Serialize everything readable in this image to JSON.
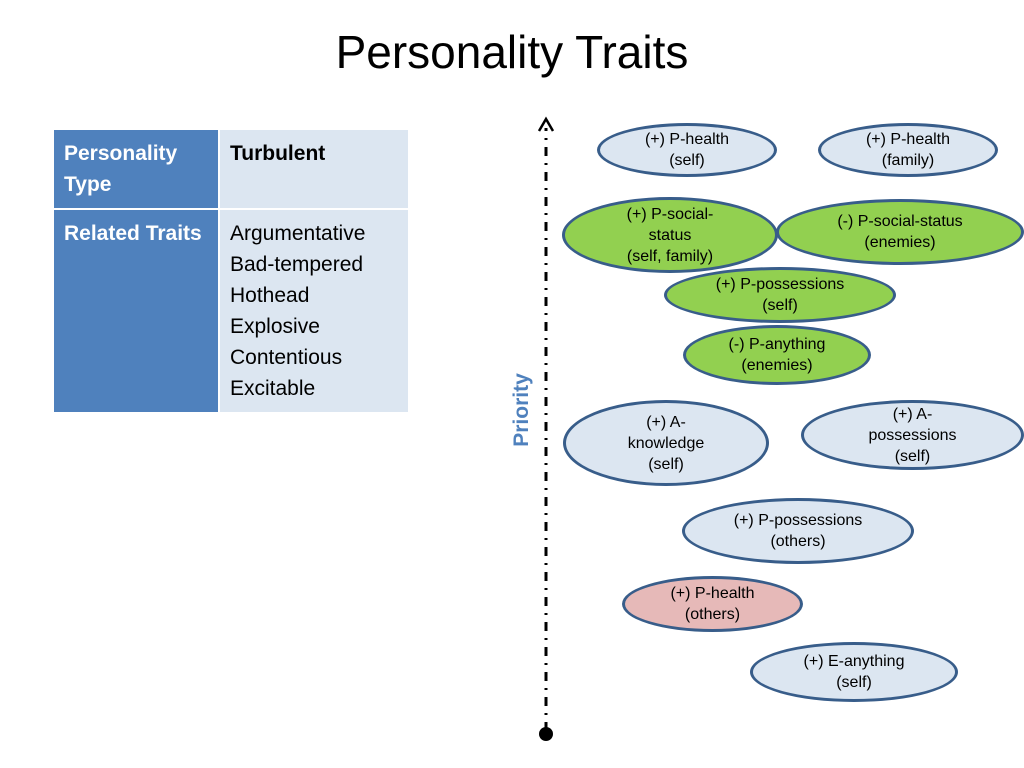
{
  "title": "Personality Traits",
  "table": {
    "type_label": "Personality Type",
    "type_value": "Turbulent",
    "traits_label": "Related Traits",
    "traits": [
      "Argumentative",
      "Bad-tempered",
      "Hothead",
      "Explosive",
      "Contentious",
      "Excitable"
    ]
  },
  "axis": {
    "label": "Priority"
  },
  "colors": {
    "header_blue": "#4f81bd",
    "cell_light_blue": "#dce6f1",
    "node_light_blue": "#dce6f1",
    "node_green": "#92d050",
    "node_pink": "#e6b9b8",
    "node_border": "#385d8a"
  },
  "nodes": [
    {
      "id": "p-health-self",
      "text": [
        "(+) P-health",
        "(self)"
      ],
      "color": "#dce6f1"
    },
    {
      "id": "p-health-family",
      "text": [
        "(+) P-health",
        "(family)"
      ],
      "color": "#dce6f1"
    },
    {
      "id": "p-social-status-self-family",
      "text": [
        "(+) P-social-",
        "status",
        "(self, family)"
      ],
      "color": "#92d050"
    },
    {
      "id": "p-social-status-enemies",
      "text": [
        "(-) P-social-status",
        "(enemies)"
      ],
      "color": "#92d050"
    },
    {
      "id": "p-possessions-self",
      "text": [
        "(+) P-possessions",
        "(self)"
      ],
      "color": "#92d050"
    },
    {
      "id": "p-anything-enemies",
      "text": [
        "(-) P-anything",
        "(enemies)"
      ],
      "color": "#92d050"
    },
    {
      "id": "a-knowledge-self",
      "text": [
        "(+) A-",
        "knowledge",
        "(self)"
      ],
      "color": "#dce6f1"
    },
    {
      "id": "a-possessions-self",
      "text": [
        "(+) A-",
        "possessions",
        "(self)"
      ],
      "color": "#dce6f1"
    },
    {
      "id": "p-possessions-others",
      "text": [
        "(+) P-possessions",
        "(others)"
      ],
      "color": "#dce6f1"
    },
    {
      "id": "p-health-others",
      "text": [
        "(+) P-health",
        "(others)"
      ],
      "color": "#e6b9b8"
    },
    {
      "id": "e-anything-self",
      "text": [
        "(+) E-anything",
        "(self)"
      ],
      "color": "#dce6f1"
    }
  ]
}
